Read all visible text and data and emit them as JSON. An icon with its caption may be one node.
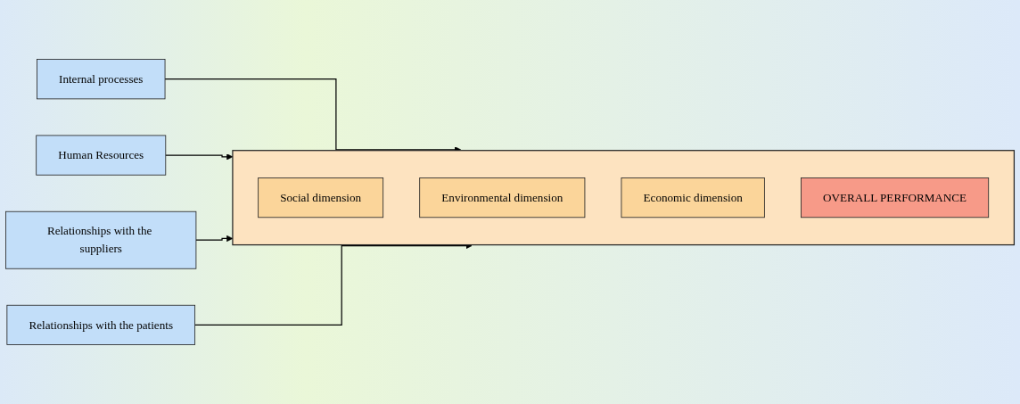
{
  "diagram": {
    "nodes": [
      {
        "text": [
          "Internal processes"
        ]
      },
      {
        "text": [
          "Human Resources"
        ]
      },
      {
        "text": [
          "Relationships with the suppliers"
        ]
      },
      {
        "text": [
          "Relationships with the patients"
        ]
      },
      {
        "text": [],
        "shape": "box"
      },
      {
        "text": [
          "Social dimension"
        ],
        "in": 4
      },
      {
        "text": [
          "Environmental dimension"
        ],
        "in": 4
      },
      {
        "text": [
          "Economic dimension"
        ],
        "in": 4
      },
      {
        "text": [
          "OVERALL PERFORMANCE"
        ],
        "in": 4
      }
    ],
    "edges": [
      {
        "from": 0,
        "to": 4,
        "arrow": "to"
      },
      {
        "from": 1,
        "to": 4,
        "arrow": "to"
      },
      {
        "from": 2,
        "to": 4,
        "arrow": "to"
      },
      {
        "from": 3,
        "to": 4,
        "arrow": "to"
      }
    ]
  }
}
